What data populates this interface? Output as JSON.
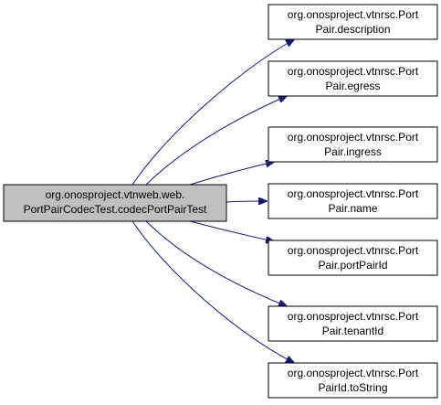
{
  "colors": {
    "edge": "#191970",
    "source_fill": "#bfbfbf",
    "target_fill": "#ffffff",
    "border": "#000000",
    "text": "#000000"
  },
  "source": {
    "lines": [
      "org.onosproject.vtnweb.web.",
      "PortPairCodecTest.codecPortPairTest"
    ]
  },
  "targets": [
    {
      "lines": [
        "org.onosproject.vtnrsc.Port",
        "Pair.description"
      ]
    },
    {
      "lines": [
        "org.onosproject.vtnrsc.Port",
        "Pair.egress"
      ]
    },
    {
      "lines": [
        "org.onosproject.vtnrsc.Port",
        "Pair.ingress"
      ]
    },
    {
      "lines": [
        "org.onosproject.vtnrsc.Port",
        "Pair.name"
      ]
    },
    {
      "lines": [
        "org.onosproject.vtnrsc.Port",
        "Pair.portPairId"
      ]
    },
    {
      "lines": [
        "org.onosproject.vtnrsc.Port",
        "Pair.tenantId"
      ]
    },
    {
      "lines": [
        "org.onosproject.vtnrsc.Port",
        "PairId.toString"
      ]
    }
  ]
}
